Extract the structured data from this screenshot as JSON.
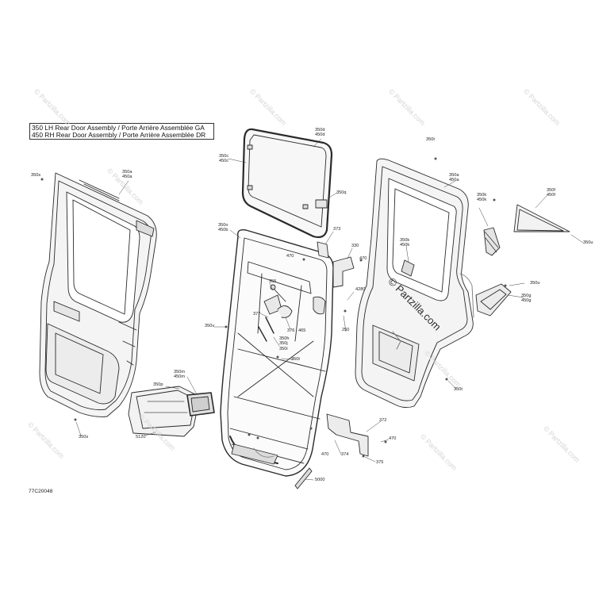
{
  "title_box": {
    "line1": "350 LH Rear Door Assembly / Porte Arrière Assemblée GA",
    "line2": "450 RH Rear Door Assembly / Porte Arrière Assemblée DR"
  },
  "diagram_code": "77C20048",
  "watermark": "© Partzilla.com",
  "callouts": {
    "c350s_top": "350s",
    "c350a_l": "350a",
    "c450a_l": "450a",
    "c350d": "350d",
    "c450d": "450d",
    "c350c": "350c",
    "c450c": "450c",
    "c350q": "350q",
    "c350t_top": "350t",
    "c350a_r": "350a",
    "c450a_r": "450a",
    "c350k": "350k",
    "c450k": "450k",
    "c350f": "350f",
    "c450f": "450f",
    "c350u_r": "350u",
    "c350o": "350o",
    "c450b": "450b",
    "c373": "373",
    "c330": "330",
    "c470_a": "470",
    "c470_b": "470",
    "c350k_m": "350k",
    "c450k_m": "450k",
    "c355": "355",
    "c377": "377",
    "c376": "376",
    "c465": "465",
    "c4280": "4280",
    "c250": "250",
    "c350v": "350v",
    "c350h": "350h",
    "c350j": "350j",
    "c350i": "350i",
    "c350t_m": "350t",
    "c350u_m": "350u",
    "c350g": "350g",
    "c450g": "450g",
    "c350m": "350m",
    "c450m": "450m",
    "c350p": "350p",
    "c350t_b": "350t",
    "c5120": "5120",
    "c350s_b": "350s",
    "c372": "372",
    "c470_c": "470",
    "c470_d": "470",
    "c374": "374",
    "c375": "375",
    "c5000": "5000"
  }
}
